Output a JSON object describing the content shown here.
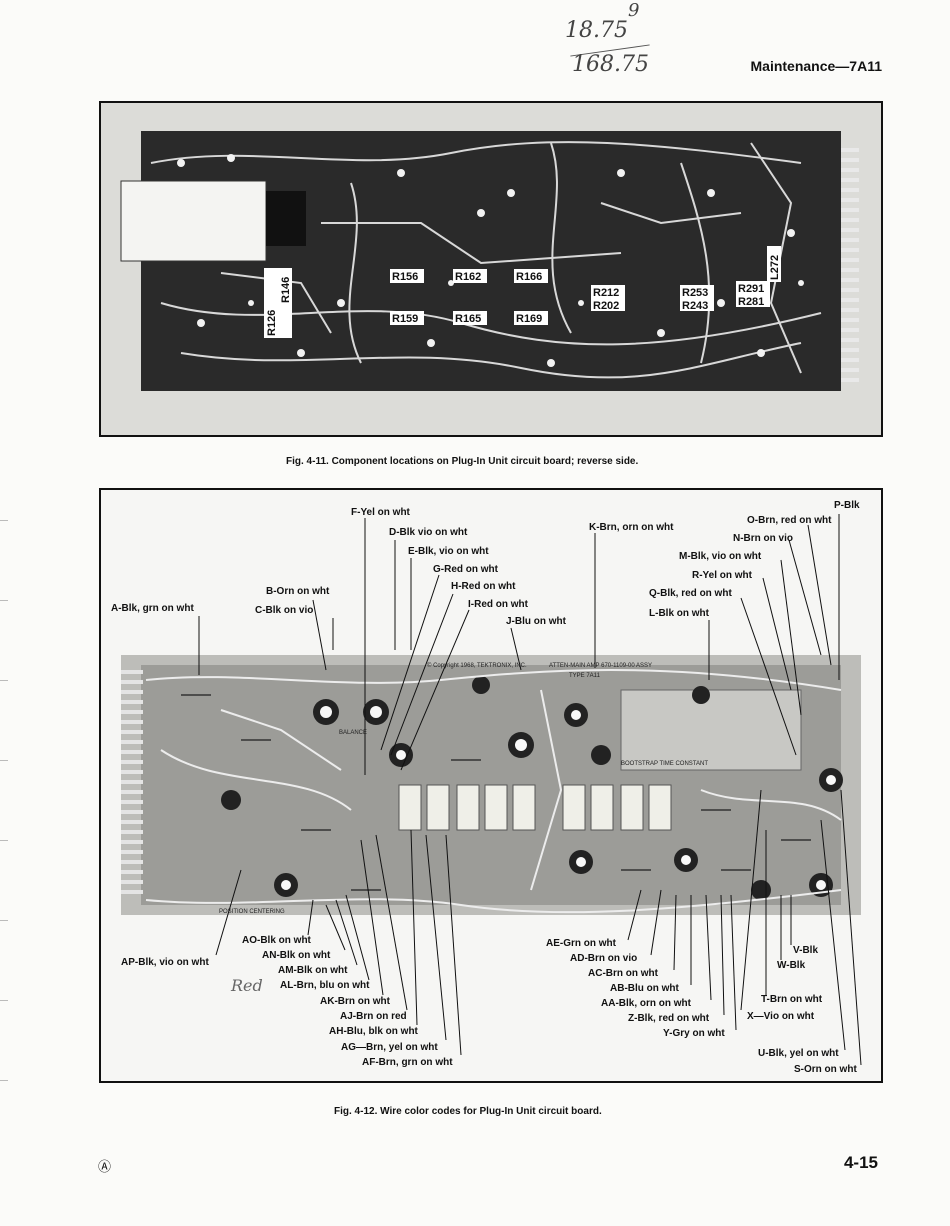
{
  "header": "Maintenance—7A11",
  "handwritten": {
    "top": "18.75",
    "sub": "9",
    "bottom": "168.75",
    "red": "Red"
  },
  "fig1": {
    "caption": "Fig. 4-11. Component locations on Plug-In Unit circuit board; reverse side.",
    "components": [
      "R126",
      "R146",
      "R156",
      "R162",
      "R166",
      "R159",
      "R165",
      "R169",
      "R212",
      "R202",
      "R253",
      "R243",
      "R291",
      "R281",
      "L272"
    ]
  },
  "fig2": {
    "caption": "Fig. 4-12. Wire color codes for Plug-In Unit circuit board.",
    "top_labels": [
      "P-Blk",
      "O-Brn, red on wht",
      "N-Brn on vio",
      "M-Blk, vio on wht",
      "R-Yel on wht",
      "Q-Blk, red on wht",
      "L-Blk on wht",
      "K-Brn, orn on wht",
      "J-Blu on wht",
      "I-Red on wht",
      "H-Red on wht",
      "G-Red on wht",
      "E-Blk, vio on wht",
      "D-Blk vio on wht",
      "F-Yel on wht",
      "B-Orn on wht",
      "C-Blk on vio",
      "A-Blk, grn on wht"
    ],
    "bottom_labels": [
      "AP-Blk, vio on wht",
      "AO-Blk on wht",
      "AN-Blk on wht",
      "AM-Blk on wht",
      "AL-Brn, blu on wht",
      "AK-Brn on wht",
      "AJ-Brn on red",
      "AH-Blu, blk on wht",
      "AG—Brn, yel on wht",
      "AF-Brn, grn on wht",
      "AE-Grn on wht",
      "AD-Brn on vio",
      "AC-Brn on wht",
      "AB-Blu on wht",
      "AA-Blk, orn on wht",
      "Z-Blk, red on wht",
      "Y-Gry on wht",
      "V-Blk",
      "W-Blk",
      "T-Brn on wht",
      "X—Vio on wht",
      "U-Blk, yel on wht",
      "S-Orn on wht"
    ],
    "board_text": [
      "ATTEN-MAIN AMP 670-1109-00 ASSY",
      "TYPE 7A11",
      "© Copyright 1968, TEKTRONIX, INC.",
      "BOOTSTRAP TIME CONSTANT",
      "BALANCE",
      "POSITION CENTERING"
    ]
  },
  "footer": {
    "symbol": "Ⓐ",
    "page": "4-15"
  }
}
